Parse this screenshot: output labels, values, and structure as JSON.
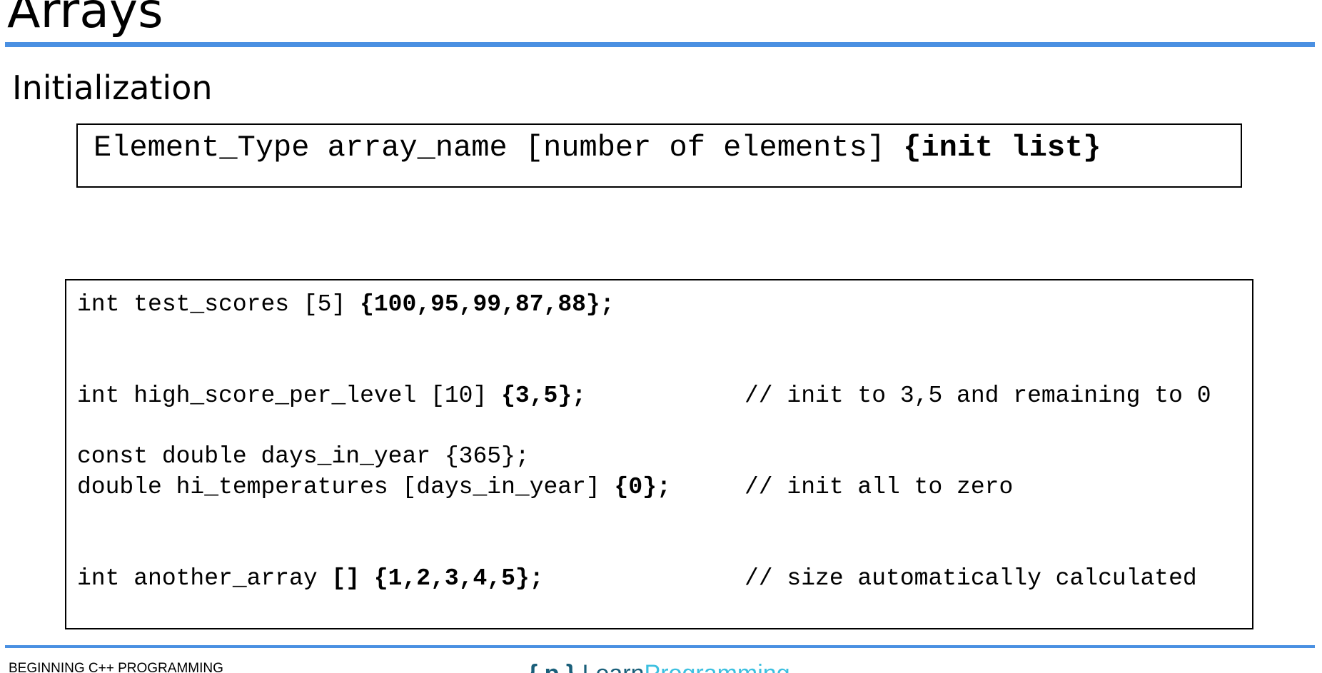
{
  "slide": {
    "title": "Arrays",
    "subtitle": "Initialization"
  },
  "syntax": {
    "plain": "Element_Type array_name [number of elements] ",
    "bold": "{init list}"
  },
  "code": {
    "line1": {
      "plain": "int test_scores [5] ",
      "bold": "{100,95,99,87,88};",
      "comment": ""
    },
    "line2": {
      "plain": "int high_score_per_level [10] ",
      "bold": "{3,5};",
      "comment": "// init to 3,5 and remaining to 0"
    },
    "line3": {
      "plain": "const double days_in_year {365};",
      "bold": "",
      "comment": ""
    },
    "line4": {
      "plain": "double hi_temperatures [days_in_year] ",
      "bold": "{0};",
      "comment": "// init all to zero"
    },
    "line5": {
      "plain": "int another_array ",
      "bold": "[] {1,2,3,4,5};",
      "comment": "// size automatically calculated"
    }
  },
  "footer": {
    "course": "BEGINNING C++ PROGRAMMING",
    "logo_brace": "{ p }",
    "logo_learn": "Learn",
    "logo_programming": "Programming"
  },
  "colors": {
    "accent": "#4a90e2",
    "logo_dark": "#1a5f7a",
    "logo_light": "#3cc0e0"
  }
}
